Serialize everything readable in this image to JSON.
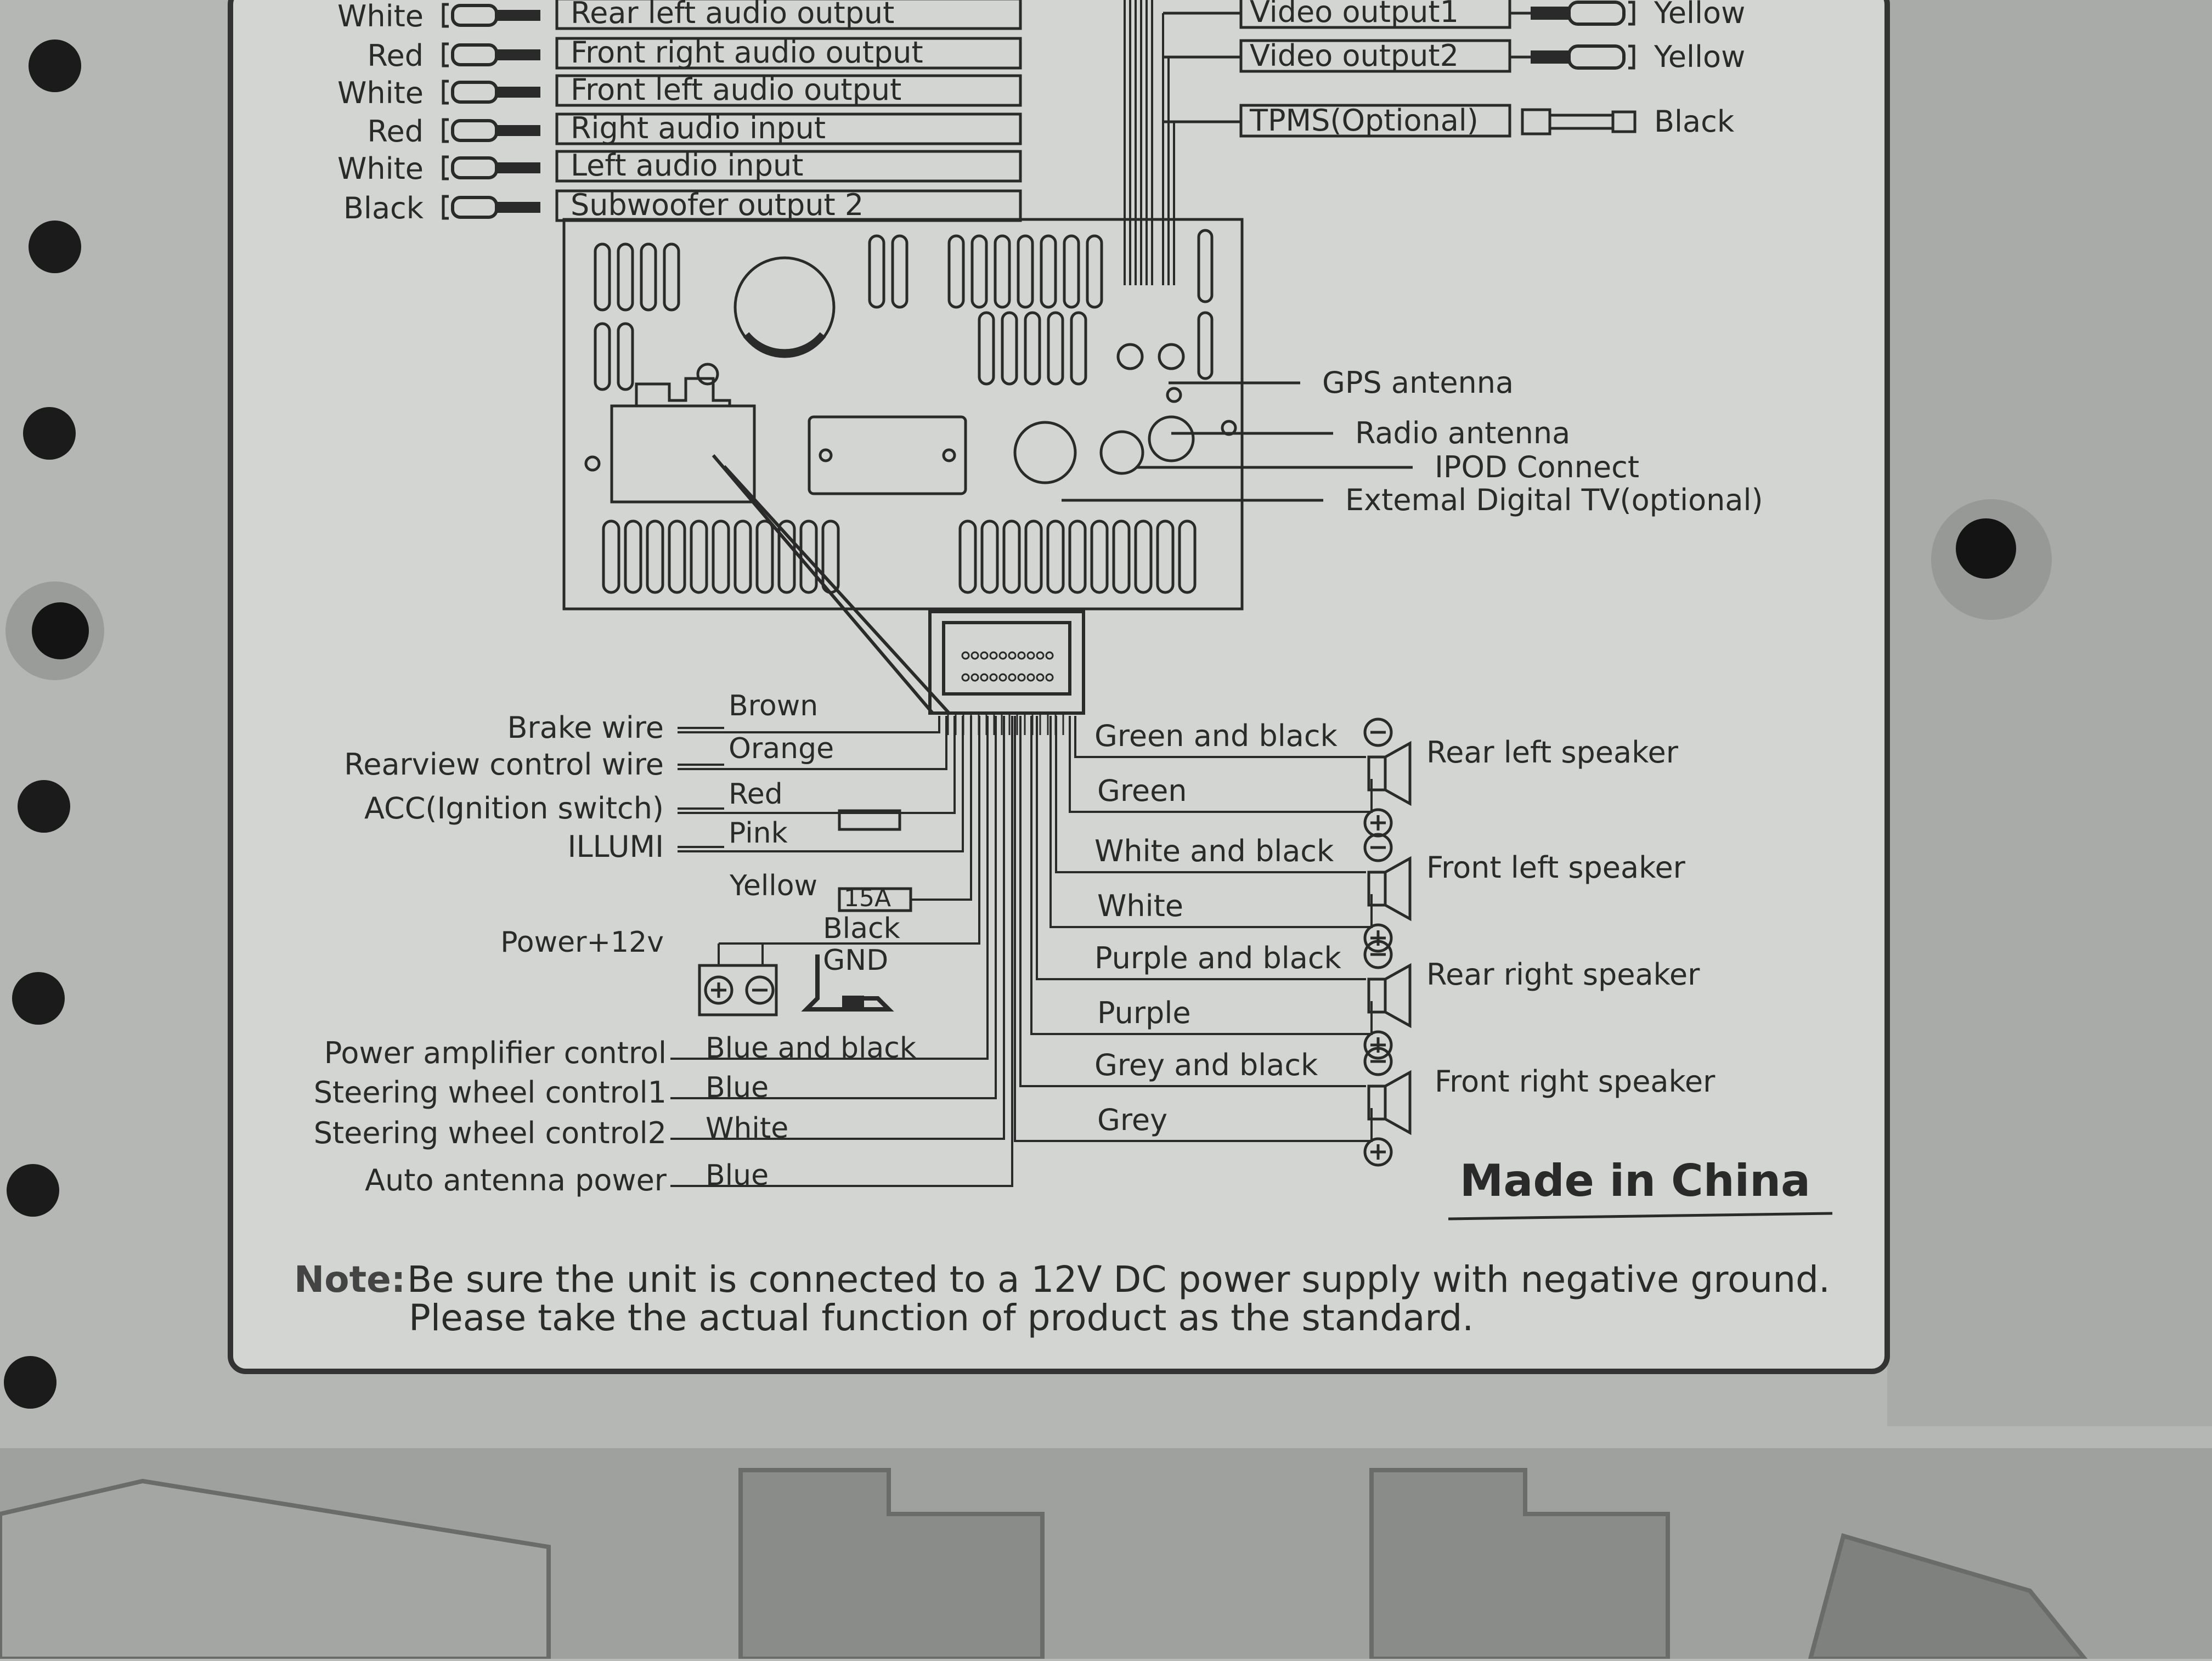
{
  "audio_rca": [
    {
      "color": "White",
      "label": "Rear left audio output"
    },
    {
      "color": "Red",
      "label": "Front right audio output"
    },
    {
      "color": "White",
      "label": "Front left audio output"
    },
    {
      "color": "Red",
      "label": "Right audio input"
    },
    {
      "color": "White",
      "label": "Left audio input"
    },
    {
      "color": "Black",
      "label": "Subwoofer output 2"
    }
  ],
  "video_rca": [
    {
      "label": "Video output1",
      "color": "Yellow"
    },
    {
      "label": "Video output2",
      "color": "Yellow"
    },
    {
      "label": "TPMS(Optional)",
      "color": "Black"
    }
  ],
  "antennas": [
    {
      "label": "GPS antenna"
    },
    {
      "label": "Radio antenna"
    },
    {
      "label": "IPOD Connect"
    },
    {
      "label": "Extemal Digital  TV(optional)"
    }
  ],
  "harness_left": [
    {
      "function": "Brake wire",
      "wire": "Brown"
    },
    {
      "function": "Rearview control wire",
      "wire": "Orange"
    },
    {
      "function": "ACC(Ignition switch)",
      "wire": "Red"
    },
    {
      "function": "ILLUMI",
      "wire": "Pink"
    }
  ],
  "power": {
    "label": "Power+12v",
    "yellow": "Yellow",
    "fuse": "15A",
    "black": "Black",
    "gnd": "GND"
  },
  "harness_left_lower": [
    {
      "function": "Power amplifier control",
      "wire": "Blue and black"
    },
    {
      "function": "Steering wheel control1",
      "wire": "Blue"
    },
    {
      "function": "Steering wheel control2",
      "wire": "White"
    },
    {
      "function": "Auto antenna power",
      "wire": "Blue"
    }
  ],
  "speakers": [
    {
      "name": "Rear left speaker",
      "neg_wire": "Green and black",
      "pos_wire": "Green"
    },
    {
      "name": "Front left speaker",
      "neg_wire": "White and black",
      "pos_wire": "White"
    },
    {
      "name": "Rear right speaker",
      "neg_wire": "Purple and black",
      "pos_wire": "Purple"
    },
    {
      "name": "Front right speaker",
      "neg_wire": "Grey and black",
      "pos_wire": "Grey"
    }
  ],
  "made_in": "Made in China",
  "note": {
    "prefix": "Note:",
    "line1": "Be sure the unit is connected to a 12V DC power supply with negative ground.",
    "line2": "Please take the actual function of product as the standard."
  },
  "colors": {
    "label_bg": "#d3d5d2",
    "ink": "#2a2a2a",
    "metal": "#b9bbb8"
  }
}
